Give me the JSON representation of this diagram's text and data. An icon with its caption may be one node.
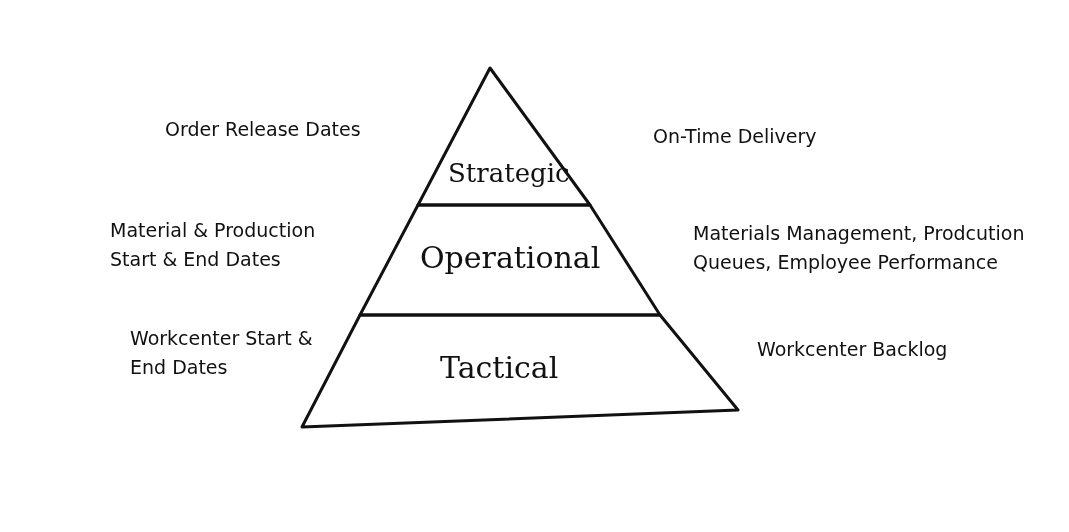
{
  "diagram": {
    "nodes": [
      {
        "text": [
          "Strategic"
        ],
        "beside": [
          "Order Release Dates",
          "On-Time Delivery"
        ]
      },
      {
        "text": [
          "Operational"
        ],
        "beside": [
          "Material & Production Start & End Dates",
          "Materials Management, Prodcution Queues, Employee Performance"
        ]
      },
      {
        "text": [
          "Tactical"
        ],
        "beside": [
          "Workcenter Start & End Dates",
          "Workcenter Backlog"
        ]
      }
    ]
  }
}
